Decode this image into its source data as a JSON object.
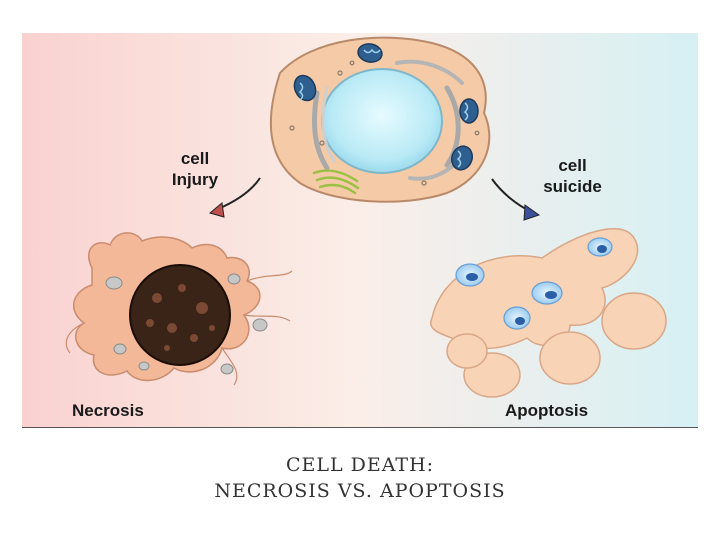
{
  "diagram": {
    "top_cell_label": "",
    "left_arrow_label_line1": "cell",
    "left_arrow_label_line2": "Injury",
    "right_arrow_label_line1": "cell",
    "right_arrow_label_line2": "suicide",
    "left_result_label": "Necrosis",
    "right_result_label": "Apoptosis"
  },
  "caption": {
    "line1": "CELL DEATH:",
    "line2": "NECROSIS VS. APOPTOSIS"
  },
  "colors": {
    "bg_left": "#f9d4d2",
    "bg_right": "#d9f1f4",
    "cell_body": "#f5c9a6",
    "nucleus": "#bfeef8",
    "mitochondria": "#2f5f8f",
    "necrotic_nucleus": "#2c1810",
    "apoptotic_body": "#f7d3b8",
    "arrowhead_left": "#c0504d",
    "arrowhead_right": "#3b4f9a"
  }
}
